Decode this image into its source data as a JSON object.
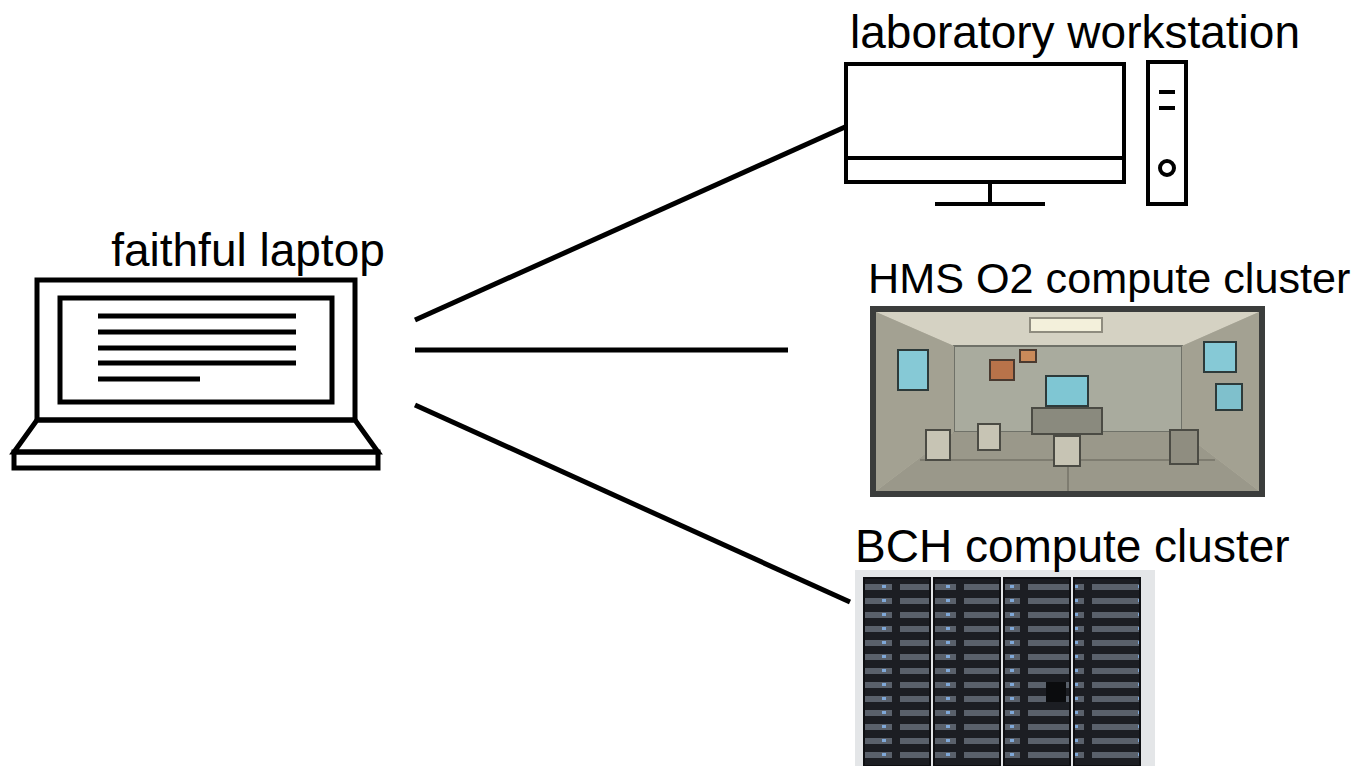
{
  "diagram": {
    "nodes": [
      {
        "text": [
          "faithful laptop"
        ]
      },
      {
        "text": [
          "laboratory workstation"
        ]
      },
      {
        "text": [
          "HMS O2 compute cluster"
        ]
      },
      {
        "text": [
          "BCH compute cluster"
        ]
      }
    ],
    "edges": [
      {
        "from": 0,
        "to": 1,
        "arrow": "none"
      },
      {
        "from": 0,
        "to": 2,
        "arrow": "none"
      },
      {
        "from": 0,
        "to": 3,
        "arrow": "none"
      }
    ]
  }
}
